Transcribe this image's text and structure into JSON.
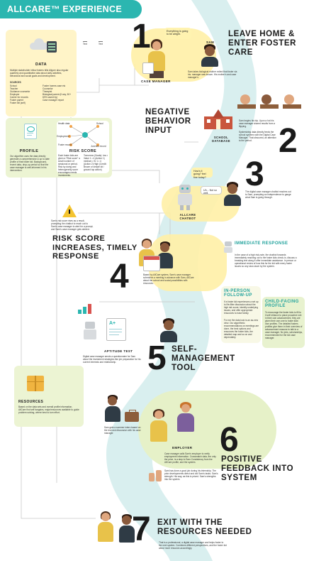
{
  "header": {
    "title": "ALLCARE™ EXPERIENCE"
  },
  "legend": {
    "text_a": "Text",
    "text_b": "Text"
  },
  "steps": [
    {
      "num": "1",
      "title": "LEAVE HOME & ENTER FOSTER CARE"
    },
    {
      "num": "2",
      "title": "NEGATIVE BEHAVIOR INPUT"
    },
    {
      "num": "3",
      "title": ""
    },
    {
      "num": "4",
      "title": "RISK SCORE INCREASES, TIMELY RESPONSE"
    },
    {
      "num": "5",
      "title": "SELF-MANAGEMENT TOOL"
    },
    {
      "num": "6",
      "title": "POSITIVE FEEDBACK INTO SYSTEM"
    },
    {
      "num": "7",
      "title": "EXIT WITH THE RESOURCES NEEDED"
    }
  ],
  "data_panel": {
    "label": "DATA",
    "desc": "Multiple stakeholder inflow fosters bills Allgoer also regular quarterly and quantitative data about daily activities, behavioral and social goals and development.",
    "sources_title": "SOURCES",
    "sources_left": [
      "School",
      "Teacher",
      "Guidance counselor",
      "Employer",
      "Career for records",
      "Foster parent",
      "Foster bill (self)"
    ],
    "sources_right": [
      "Foster homes case etc",
      "Counselor",
      "Therapist",
      "Biological parent (if any, 50+ 60% saved by)",
      "Case manager report"
    ]
  },
  "profile_panel": {
    "label": "PROFILE",
    "desc": "Our algorithm uses the data directly generate a comprehensive & up to date profile of that foster kid. Background, recent data, drop-up period so that the case manager is well-informed in his intervention."
  },
  "risk_panel": {
    "label": "RISK SCORE",
    "nodes": [
      "Health data",
      "School",
      "Employment",
      "Foster record",
      "Juvenile record"
    ],
    "desc_left": "Each foster kids are given a \"Risk score\" a small number of sessional or period. Risk by doing and heterogeneity score encourages needs investments.",
    "desc_right": "Tomorrow (Goals): low • Value 1 • 4 (Action 1) medium • Sr 1 • 4 (Action 2) High (Credit: Brown or simple kit / ground top action)"
  },
  "step1": {
    "bubble": "Everything is going to be alright.",
    "case_manager": "CASE MANAGER",
    "sam": "SAM",
    "caption": "Sam takes biological mother exited that foster via his. manager was known. His mother's and case manager's."
  },
  "step2": {
    "school_db": "SCHOOL DATABASE",
    "caption_a": "Sam begins his trip. Upon a hot his case manager shared results from a flipping.",
    "caption_b": "Systemizing data directly feeds the school systems with the Digital Case Manager. That obscured, an attention to the period."
  },
  "step3": {
    "bubble_a": "How's it going? feel fine today?",
    "bubble_b": "Uh... Not so well.",
    "chatbot": "ALLCARE CHATBOT",
    "caption": "The digital case manager chatbot reaches out to Sam, prompting an independence to gauge what Sam is going through."
  },
  "alert": {
    "caption": "Sam's risk score rises as a result, prompting the chatbot to reach out to Sam's case manager to alert for a prompt, and Sam's case manager gets alerted."
  },
  "step4": {
    "caption": "Based by AllCare system, Sam's case manager schedules a meeting in advance with Sam, AllCare about the school and social possibilities with resources."
  },
  "immediate": {
    "label": "IMMEDIATE RESPONSE",
    "desc": "In the case of a high risk-note, the chatbot forwards immediately reaching out to the foster kids check-in, discuss a breaking text along it offer immediate assistance. In person or operational review of how this for the kid with every foster issues so any slow-down by the system."
  },
  "inperson": {
    "label": "IN-PERSON FOLLOW-UP",
    "desc_a": "If a foster kid experiences a set up to life-filter discussion about the high risk score, identify underlying issues, and offer appropriate resources to ease family.",
    "desc_b": "For me the data look is an as-new view. Our algorithmic recommendations on meetings are done, the best options and resources the foster kids, the detailed map and so on and dependably."
  },
  "childfacing": {
    "label": "CHILD-FACING PROFILE",
    "desc": "To encourage the foster kids to fill to it self reliance to place proactive role in their own advancement, they are given their own one to foster kids' own profiles. The detailed fosters profiles give them in their overview of advancement reasons to talk to a case manager. No jobs, scholarships, recommended for the kid case manager."
  },
  "step5": {
    "aptitude": "APTITUDE TEST",
    "caption": "Digital case manager sends a questionnaire for Sam about the investment strategies like job preparation for his current interests and relationship."
  },
  "resources": {
    "label": "RESOURCES",
    "desc": "Based on the data sets and overall profile information, AllCare find self bargains, major/resources available to guide problem solving, where best to turn effort."
  },
  "step6": {
    "caption_a": "Sam gets a summer intern based on the test and discussion with his case manager.",
    "employer": "EMPLOYER",
    "caption_b": "Case manager calls Sam's employer to verify employment information. Crossmatch data, the only the price, is a step to Sam Consistency from the AllCare profile, and the system.",
    "caption_c": "Sam has done a good job during his internship. The prior developments direct and old Sam's tasks. Sam's strength. His way, as this is priced. Sam's strengths into the system."
  },
  "step7": {
    "caption": "That is a professional, a digital case manager and helps foster to the next system. Combines different perspectives, and the foster kid about more resource-accordingly."
  },
  "colors": {
    "teal": "#2bb6b0",
    "yellow": "#fff4c8",
    "lightgreen": "#e6f1c8",
    "river": "#d7eeee"
  }
}
